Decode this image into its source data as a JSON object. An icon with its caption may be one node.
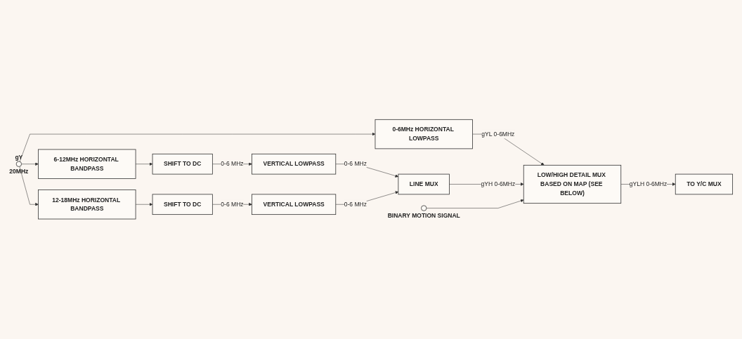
{
  "diagram": {
    "nodes": [
      {
        "text": [],
        "shape": "circle",
        "beside": [
          "gY",
          "20MHz"
        ]
      },
      {
        "text": [
          "0-6MHz HORIZONTAL LOWPASS"
        ]
      },
      {
        "text": [
          "6-12MHz HORIZONTAL BANDPASS"
        ]
      },
      {
        "text": [
          "12-18MHz HORIZONTAL BANDPASS"
        ]
      },
      {
        "text": [
          "SHIFT TO DC"
        ]
      },
      {
        "text": [
          "SHIFT TO DC"
        ]
      },
      {
        "text": [
          "VERTICAL LOWPASS"
        ]
      },
      {
        "text": [
          "VERTICAL LOWPASS"
        ]
      },
      {
        "text": [
          "LINE MUX"
        ]
      },
      {
        "text": [
          "LOW/HIGH DETAIL MUX BASED ON MAP (SEE BELOW)"
        ]
      },
      {
        "text": [],
        "shape": "circle",
        "beside": [
          "BINARY MOTION SIGNAL"
        ]
      },
      {
        "text": [
          "TO Y/C MUX"
        ]
      }
    ],
    "edges": [
      {
        "from": 0,
        "to": 1,
        "arrow": "to"
      },
      {
        "from": 0,
        "to": 2,
        "arrow": "to"
      },
      {
        "from": 0,
        "to": 3,
        "arrow": "to"
      },
      {
        "from": 1,
        "to": 9,
        "arrow": "to",
        "label": "gYL 0-6MHz"
      },
      {
        "from": 2,
        "to": 4,
        "arrow": "to"
      },
      {
        "from": 3,
        "to": 5,
        "arrow": "to"
      },
      {
        "from": 4,
        "to": 6,
        "arrow": "to",
        "label": "0-6 MHz"
      },
      {
        "from": 5,
        "to": 7,
        "arrow": "to",
        "label": "0-6 MHz"
      },
      {
        "from": 6,
        "to": 8,
        "arrow": "to",
        "label": "0-6 MHz"
      },
      {
        "from": 7,
        "to": 8,
        "arrow": "to",
        "label": "0-6 MHz"
      },
      {
        "from": 8,
        "to": 9,
        "arrow": "to",
        "label": "gYH 0-6MHz"
      },
      {
        "from": 10,
        "to": 9,
        "arrow": "to"
      },
      {
        "from": 9,
        "to": 11,
        "arrow": "to",
        "label": "gYLH 0-6MHz"
      }
    ]
  }
}
